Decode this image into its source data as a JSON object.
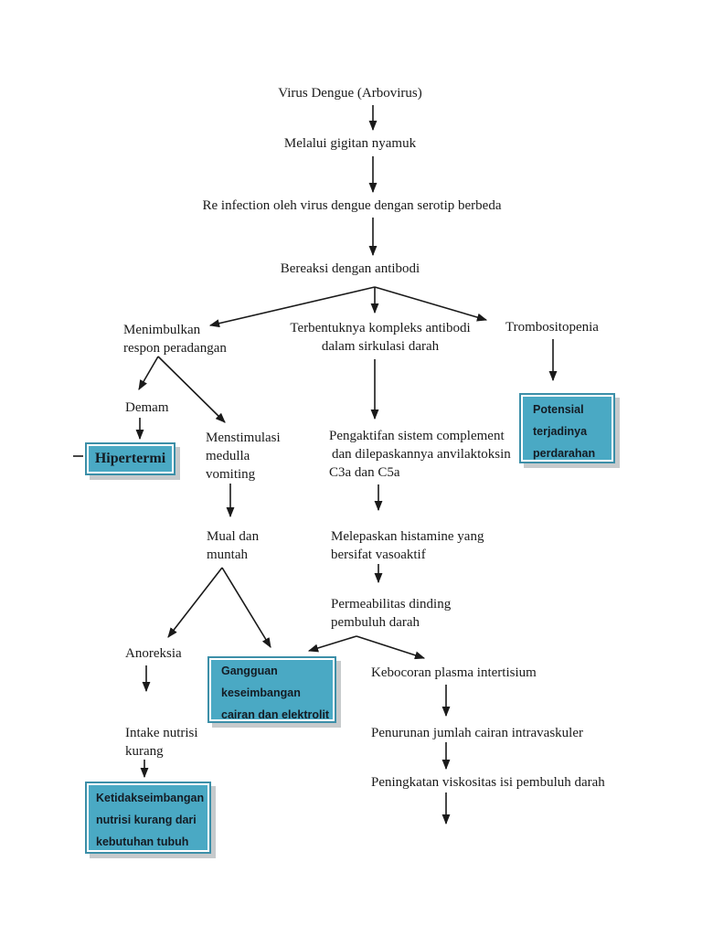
{
  "flowchart": {
    "colors": {
      "box_fill": "#4aa9c4",
      "box_border": "#3c8fa8",
      "box_shadow": "#c6cacc",
      "text": "#1a1a1a",
      "page_background": "#ffffff"
    },
    "nodes": {
      "virus": {
        "label": "Virus Dengue (Arbovirus)"
      },
      "gigitan": {
        "label": "Melalui gigitan nyamuk"
      },
      "reinfeksi": {
        "label": "Re infection oleh virus dengue dengan serotip berbeda"
      },
      "bereaksi": {
        "label": "Bereaksi dengan antibodi"
      },
      "menimbulkan": {
        "lines": [
          "Menimbulkan",
          "respon peradangan"
        ]
      },
      "terbentuknya": {
        "lines": [
          "Terbentuknya kompleks antibodi",
          "dalam sirkulasi darah"
        ]
      },
      "trombositopenia": {
        "label": "Trombositopenia"
      },
      "demam": {
        "label": "Demam"
      },
      "menstimulasi": {
        "lines": [
          "Menstimulasi",
          "medulla",
          "vomiting"
        ]
      },
      "pengaktifan": {
        "lines": [
          "Pengaktifan sistem  complement",
          "dan dilepaskannya anvilaktoksin",
          "C3a dan C5a"
        ]
      },
      "mual": {
        "lines": [
          "Mual dan",
          "muntah"
        ]
      },
      "melepaskan": {
        "lines": [
          "Melepaskan histamine yang",
          "bersifat vasoaktif"
        ]
      },
      "permeabilitas": {
        "lines": [
          "Permeabilitas dinding",
          "pembuluh darah"
        ]
      },
      "anoreksia": {
        "label": "Anoreksia"
      },
      "kebocoran": {
        "label": "Kebocoran plasma intertisium"
      },
      "intake": {
        "lines": [
          "Intake nutrisi",
          "kurang"
        ]
      },
      "penurunan": {
        "label": "Penurunan jumlah cairan intravaskuler"
      },
      "peningkatan": {
        "label": "Peningkatan viskositas isi pembuluh darah"
      }
    },
    "diagnosis_boxes": {
      "hipertermi": {
        "label": "Hipertermi"
      },
      "potensial": {
        "lines": [
          "Potensial",
          "terjadinya",
          "perdarahan"
        ]
      },
      "gangguan": {
        "lines": [
          "Gangguan",
          "keseimbangan",
          "cairan dan elektrolit"
        ]
      },
      "ketidakseimbangan": {
        "lines": [
          "Ketidakseimbangan",
          "nutrisi kurang dari",
          "kebutuhan tubuh"
        ]
      }
    }
  }
}
